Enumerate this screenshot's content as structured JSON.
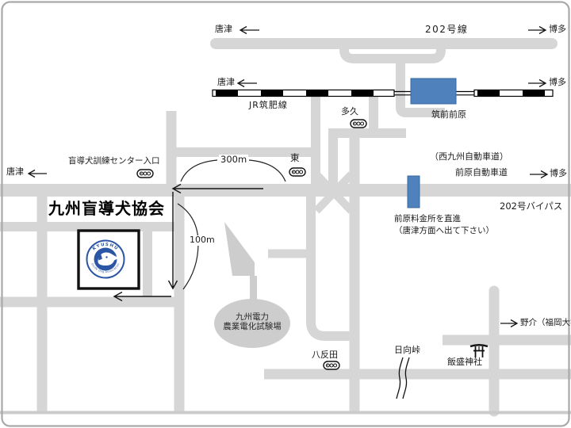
{
  "map": {
    "title": "九州盲導犬協会",
    "directions": {
      "karatsu": "唐津",
      "hakata": "博多",
      "noke": "野介（福岡大学）"
    },
    "roads": {
      "route202": "202号線",
      "jr_chikuhi_line": "JR筑肥線",
      "nishi_kyushu_expwy": "（西九州自動車道）",
      "maebaru_expwy": "前原自動車道",
      "bypass202": "202号バイパス"
    },
    "stations": {
      "chikuzen_maebaru": "筑前前原"
    },
    "bus_stops": {
      "taku": "多久",
      "higashi": "東",
      "center_entrance": "盲導犬訓練センター入口",
      "hattanda": "八反田"
    },
    "landmarks": {
      "kyuden_line1": "九州電力",
      "kyuden_line2": "農業電化試験場",
      "hinata_pass": "日向峠",
      "iimori_shrine": "飯盛神社"
    },
    "notes": {
      "toll_line1": "前原料金所を直進",
      "toll_line2": "（唐津方面へ出て下さい）"
    },
    "distances": {
      "d300": "300m",
      "d100": "100m"
    },
    "logo": {
      "arc_top": "KYUSHU",
      "arc_bottom": "Guide Dog Association"
    },
    "colors": {
      "road_gray": "#d6d6d6",
      "shape_gray": "#cdcdcd",
      "station_blue": "#4f81bd",
      "rail_black": "#000000",
      "logo_blue": "#2b55a5",
      "frame_gray": "#a9a9a9"
    }
  }
}
